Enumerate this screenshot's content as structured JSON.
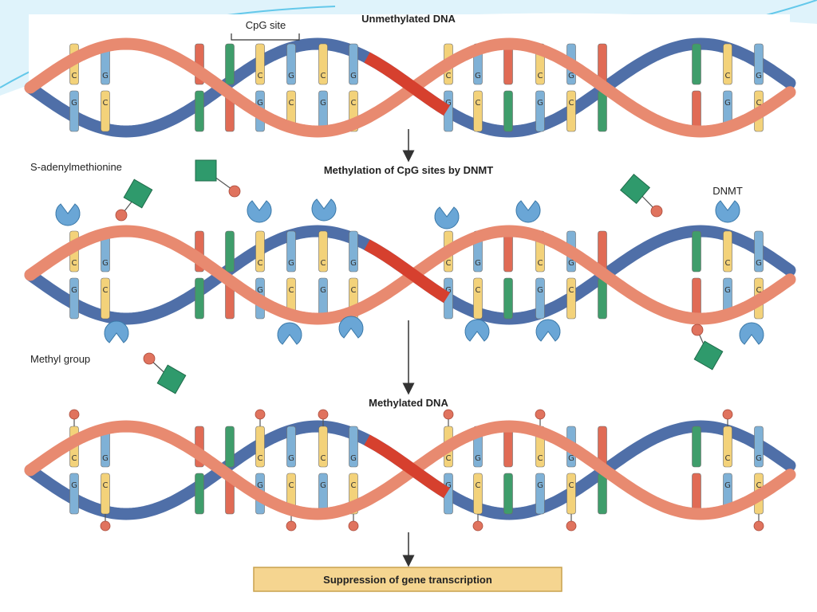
{
  "labels": {
    "unmethylated": "Unmethylated DNA",
    "cpg_site": "CpG site",
    "sam": "S-adenylmethionine",
    "methylation_step": "Methylation of CpG sites by DNMT",
    "dnmt": "DNMT",
    "methyl_group": "Methyl group",
    "methylated": "Methylated DNA",
    "suppression": "Suppression of gene transcription"
  },
  "base_pairs": [
    {
      "top": "C",
      "bottom": "G",
      "top_color": "#f3d27a",
      "bottom_color": "#7fb1d6"
    },
    {
      "top": "G",
      "bottom": "C",
      "top_color": "#7fb1d6",
      "bottom_color": "#f3d27a"
    },
    {
      "top": "",
      "bottom": "",
      "top_color": "#e06b55",
      "bottom_color": "#3f9d6b"
    },
    {
      "top": "",
      "bottom": "",
      "top_color": "#3f9d6b",
      "bottom_color": "#e06b55"
    },
    {
      "top": "C",
      "bottom": "G",
      "top_color": "#f3d27a",
      "bottom_color": "#7fb1d6"
    },
    {
      "top": "G",
      "bottom": "C",
      "top_color": "#7fb1d6",
      "bottom_color": "#f3d27a"
    },
    {
      "top": "C",
      "bottom": "G",
      "top_color": "#f3d27a",
      "bottom_color": "#7fb1d6"
    },
    {
      "top": "G",
      "bottom": "C",
      "top_color": "#7fb1d6",
      "bottom_color": "#f3d27a"
    },
    {
      "top": "C",
      "bottom": "G",
      "top_color": "#f3d27a",
      "bottom_color": "#7fb1d6"
    },
    {
      "top": "G",
      "bottom": "C",
      "top_color": "#7fb1d6",
      "bottom_color": "#f3d27a"
    },
    {
      "top": "",
      "bottom": "",
      "top_color": "#e06b55",
      "bottom_color": "#3f9d6b"
    },
    {
      "top": "C",
      "bottom": "G",
      "top_color": "#f3d27a",
      "bottom_color": "#7fb1d6"
    },
    {
      "top": "G",
      "bottom": "C",
      "top_color": "#7fb1d6",
      "bottom_color": "#f3d27a"
    },
    {
      "top": "",
      "bottom": "",
      "top_color": "#e06b55",
      "bottom_color": "#3f9d6b"
    },
    {
      "top": "",
      "bottom": "",
      "top_color": "#3f9d6b",
      "bottom_color": "#e06b55"
    },
    {
      "top": "C",
      "bottom": "G",
      "top_color": "#f3d27a",
      "bottom_color": "#7fb1d6"
    },
    {
      "top": "G",
      "bottom": "C",
      "top_color": "#7fb1d6",
      "bottom_color": "#f3d27a"
    }
  ],
  "colors": {
    "strand_salmon": "#e88a70",
    "strand_blue": "#4f6fa8",
    "strand_red": "#d6402e",
    "sam_green": "#2f9a6c",
    "methyl_red": "#e0735e",
    "dnmt_blue": "#6aa6d6",
    "box_fill": "#f5d590",
    "page_accent": "#4fc3e6"
  }
}
